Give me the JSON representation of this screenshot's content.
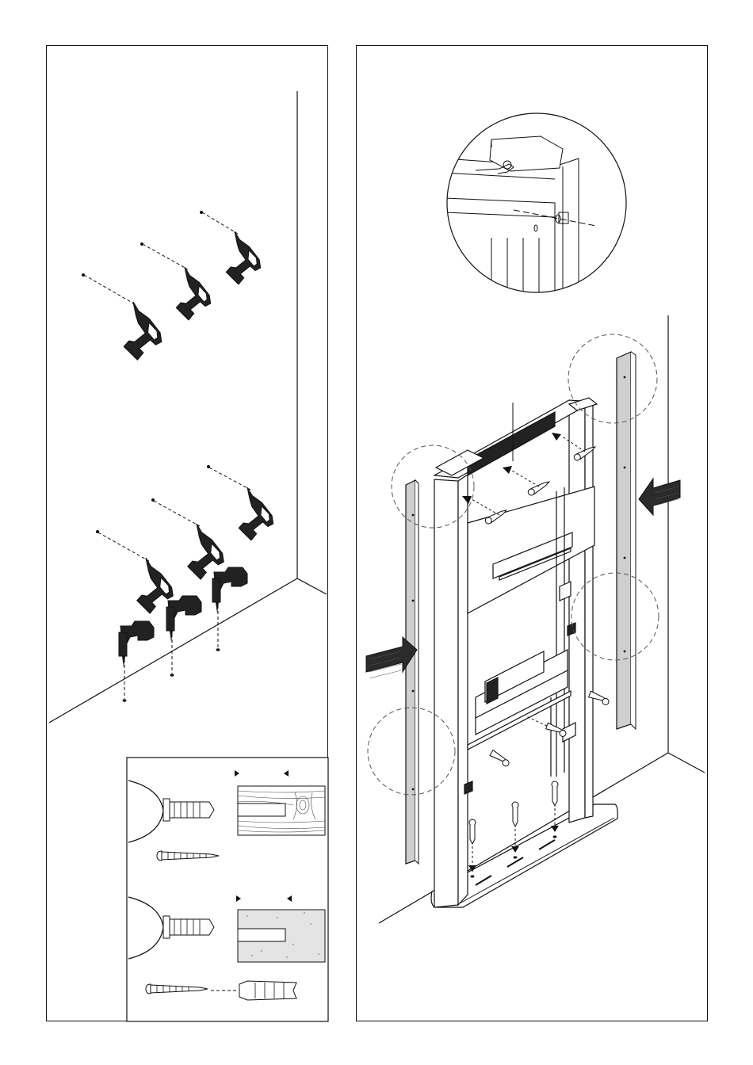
{
  "colors": {
    "line": "#111111",
    "paper": "#ffffff",
    "tool_body": "#222222",
    "rail_fill": "#cfcfcf",
    "arrow_fill": "#2b2b2b",
    "concrete": "#e4e4e4"
  },
  "left_panel": {
    "drills_upper": [
      "drill-icon",
      "drill-icon",
      "drill-icon"
    ],
    "drills_lower": [
      "drill-icon",
      "drill-icon",
      "drill-icon"
    ],
    "drills_floor": [
      "drill-icon",
      "drill-icon",
      "drill-icon"
    ],
    "inset_rows": [
      {
        "material": "wood",
        "tools": [
          "drill-chuck-icon",
          "screw-icon"
        ]
      },
      {
        "material": "concrete",
        "tools": [
          "drill-chuck-icon",
          "screw-icon",
          "wall-plug-icon"
        ]
      }
    ]
  },
  "right_panel": {
    "detail_zoom": "magnifier-circle",
    "frame": "installation-frame",
    "side_rails": [
      "left-rail",
      "right-rail"
    ],
    "push_arrows": [
      "arrow-right-icon",
      "arrow-left-icon"
    ],
    "screws": [
      "screw-icon",
      "screw-icon",
      "screw-icon",
      "screw-icon",
      "screw-icon",
      "screw-icon",
      "screw-icon",
      "screw-icon"
    ]
  }
}
